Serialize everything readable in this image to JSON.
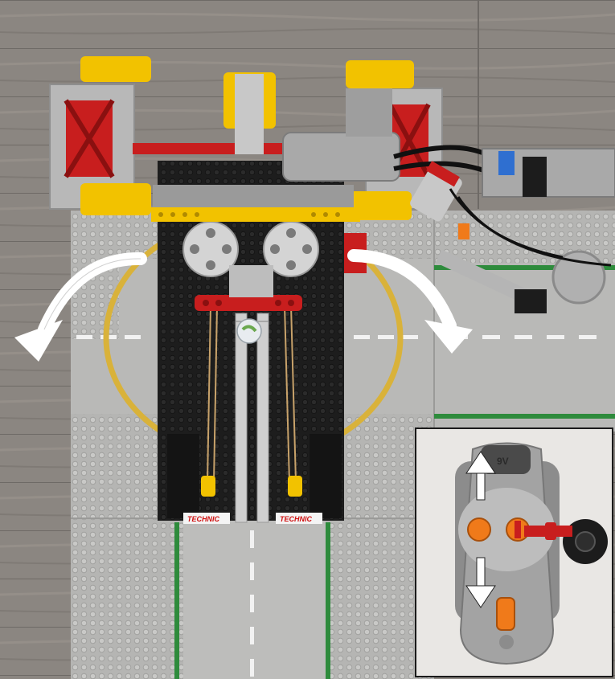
{
  "brand_tag_left": "TECHNIC",
  "brand_tag_right": "TECHNIC",
  "remote_label": "9V",
  "colors": {
    "floor": "#8a8580",
    "baseplate": "#b8b8b6",
    "road_stripe": "#2e8b3c",
    "helipad_ring": "#d9b23a",
    "lego_yellow": "#f2c200",
    "lego_red": "#c81e1e",
    "lego_gray": "#a6a6a6",
    "lego_black": "#1c1c1c",
    "arrow": "#ffffff"
  },
  "arrows": [
    {
      "name": "left-turn-arrow",
      "direction": "counter-clockwise"
    },
    {
      "name": "right-turn-arrow",
      "direction": "clockwise"
    },
    {
      "name": "remote-up-arrow",
      "direction": "up"
    },
    {
      "name": "remote-down-arrow",
      "direction": "down"
    }
  ]
}
